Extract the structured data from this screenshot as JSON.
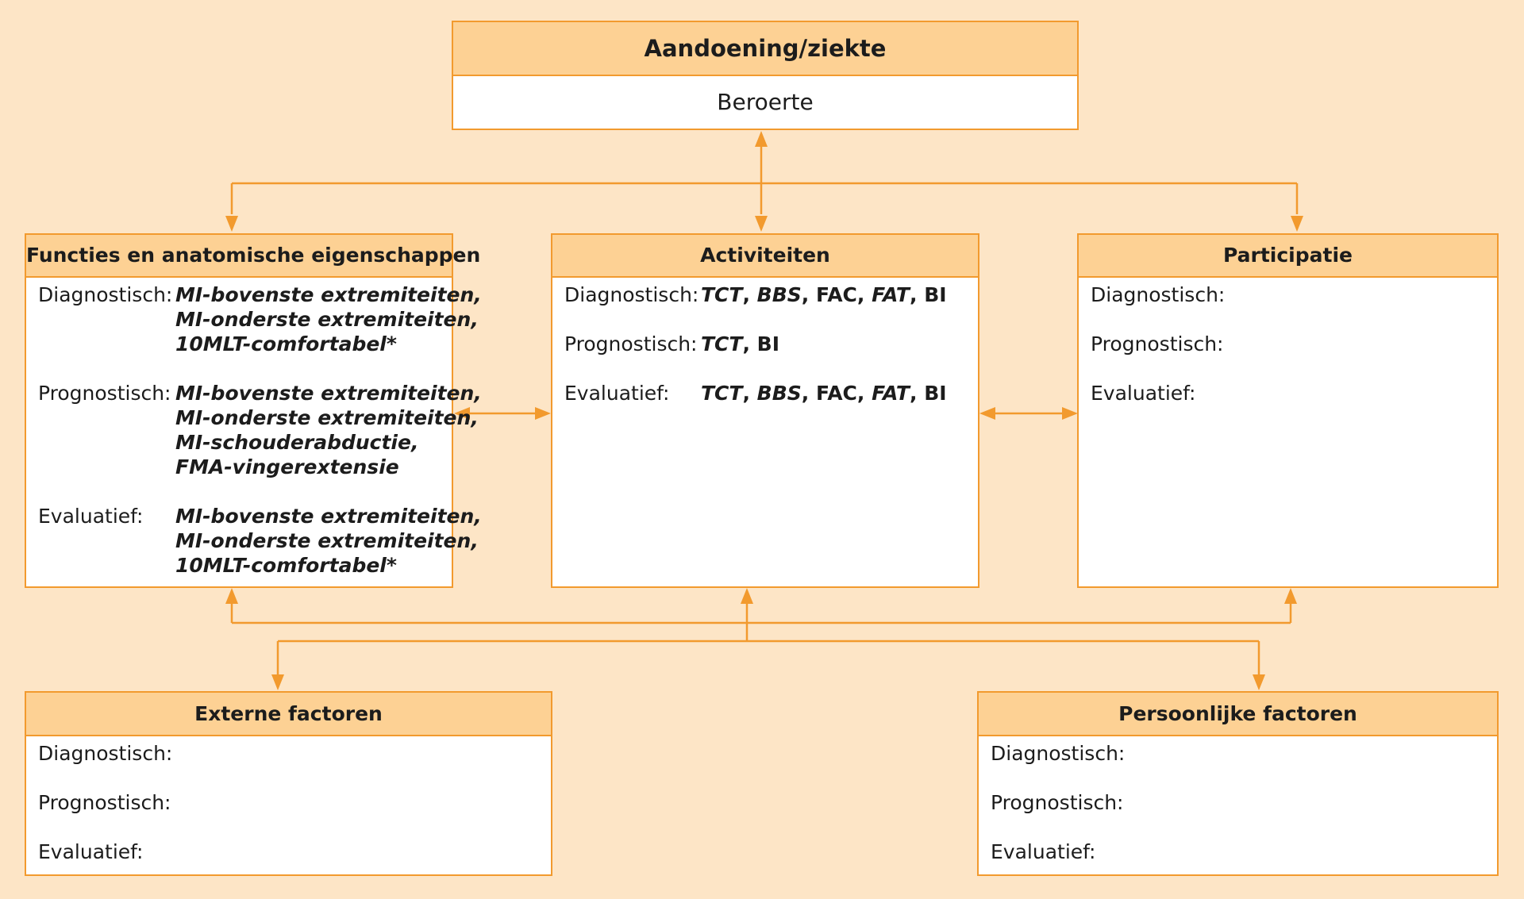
{
  "colors": {
    "background": "#fde5c6",
    "header": "#fdd194",
    "border": "#f29a2e",
    "box": "#ffffff"
  },
  "top": {
    "title": "Aandoening/ziekte",
    "content": "Beroerte"
  },
  "functies": {
    "title": "Functies en anatomische eigenschappen",
    "diagnostisch": {
      "label": "Diagnostisch:",
      "lines": [
        "MI-bovenste extremiteiten,",
        "MI-onderste extremiteiten,",
        "10MLT-comfortabel*"
      ]
    },
    "prognostisch": {
      "label": "Prognostisch:",
      "lines": [
        "MI-bovenste extremiteiten,",
        "MI-onderste extremiteiten,",
        "MI-schouderabductie,",
        "FMA-vingerextensie"
      ]
    },
    "evaluatief": {
      "label": "Evaluatief:",
      "lines": [
        "MI-bovenste extremiteiten,",
        "MI-onderste extremiteiten,",
        "10MLT-comfortabel*"
      ]
    }
  },
  "activiteiten": {
    "title": "Activiteiten",
    "diagnostisch": {
      "label": "Diagnostisch:",
      "items": [
        "TCT",
        "BBS",
        "FAC",
        "FAT",
        "BI"
      ]
    },
    "prognostisch": {
      "label": "Prognostisch:",
      "items": [
        "TCT",
        "BI"
      ]
    },
    "evaluatief": {
      "label": "Evaluatief:",
      "items": [
        "TCT",
        "BBS",
        "FAC",
        "FAT",
        "BI"
      ]
    }
  },
  "participatie": {
    "title": "Participatie",
    "diagnostisch": {
      "label": "Diagnostisch:"
    },
    "prognostisch": {
      "label": "Prognostisch:"
    },
    "evaluatief": {
      "label": "Evaluatief:"
    }
  },
  "externe": {
    "title": "Externe factoren",
    "diagnostisch": {
      "label": "Diagnostisch:"
    },
    "prognostisch": {
      "label": "Prognostisch:"
    },
    "evaluatief": {
      "label": "Evaluatief:"
    }
  },
  "persoonlijke": {
    "title": "Persoonlijke factoren",
    "diagnostisch": {
      "label": "Diagnostisch:"
    },
    "prognostisch": {
      "label": "Prognostisch:"
    },
    "evaluatief": {
      "label": "Evaluatief:"
    }
  }
}
